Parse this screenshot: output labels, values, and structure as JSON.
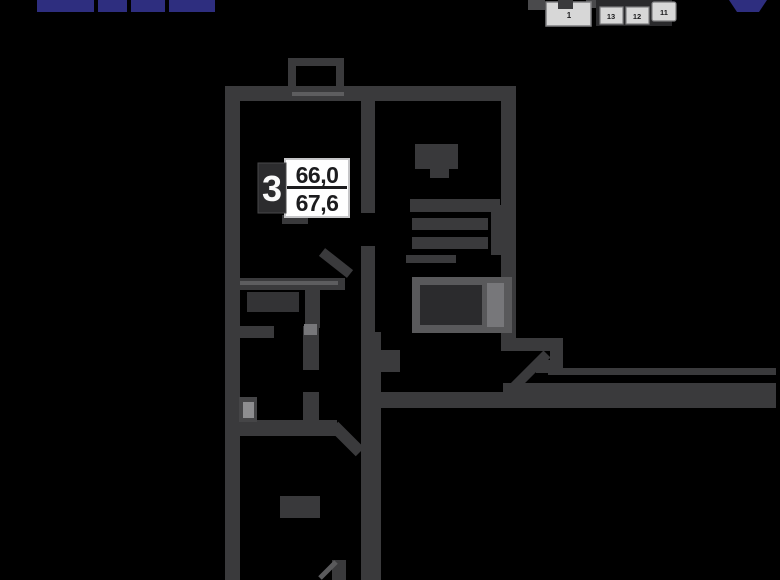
{
  "header": {
    "site_plan": {
      "buildings": [
        {
          "label": "1"
        },
        {
          "label": "13"
        },
        {
          "label": "12"
        },
        {
          "label": "11"
        }
      ]
    }
  },
  "badge": {
    "rooms": "3",
    "area_top": "66,0",
    "area_bottom": "67,6"
  },
  "colors": {
    "background": "#000000",
    "wall": "#3A3A3C",
    "furniture": "#39393B",
    "window": "#5D5D5F",
    "brand_navy": "#2E2E7F",
    "building_fill": "#D7D7D7",
    "building_border": "#7E7E80",
    "badge_dark_square": "#2C2C2E",
    "badge_box": "#FFFFFF",
    "badge_text": "#1C1C1E",
    "fixture_light": "#8E8E90",
    "bed_fill": "#59595B"
  }
}
